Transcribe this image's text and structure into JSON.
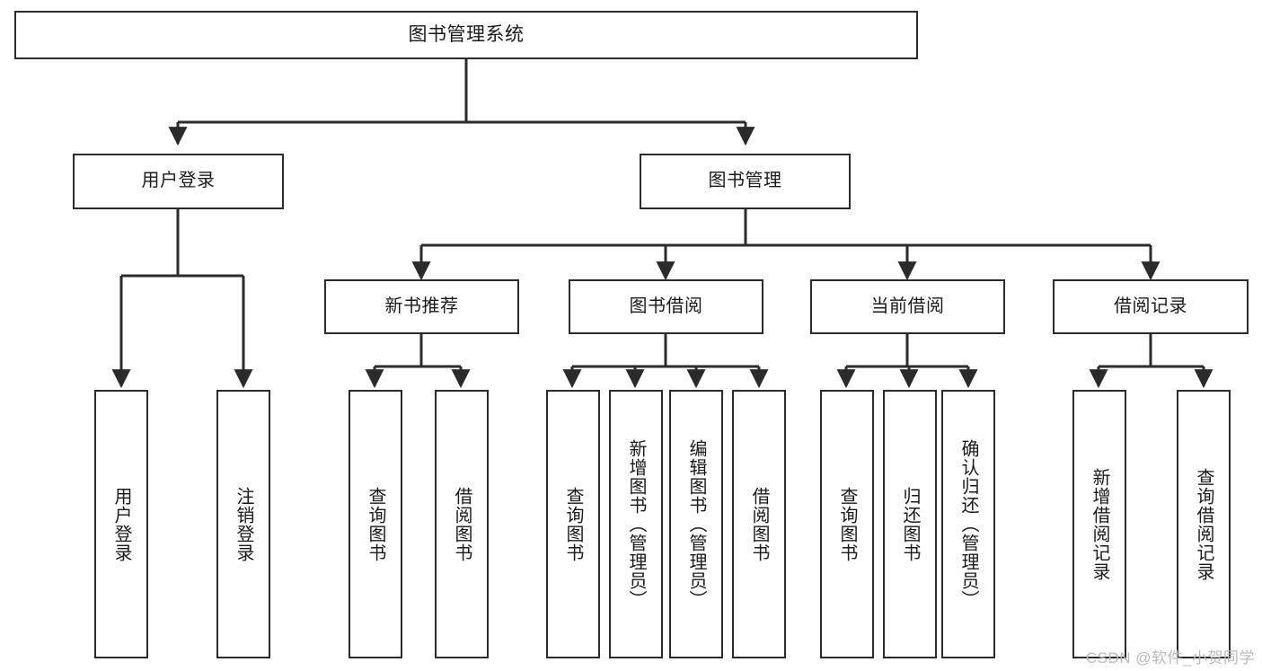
{
  "diagram": {
    "title": "图书管理系统",
    "watermark": "CSDN @软件_小贺同学",
    "line_color": "#2b2b2b",
    "box_border_color": "#2b2b2b",
    "box_fill_color": "#ffffff",
    "text_color": "#1a1a1a"
  },
  "nodes": {
    "root": {
      "label": "图书管理系统"
    },
    "level2": [
      {
        "label": "用户登录"
      },
      {
        "label": "图书管理"
      }
    ],
    "level3": [
      {
        "label": "新书推荐"
      },
      {
        "label": "图书借阅"
      },
      {
        "label": "当前借阅"
      },
      {
        "label": "借阅记录"
      }
    ],
    "leaves": {
      "user_login": [
        {
          "label": "用户登录"
        },
        {
          "label": "注销登录"
        }
      ],
      "new_book_recommend": [
        {
          "label": "查询图书"
        },
        {
          "label": "借阅图书"
        }
      ],
      "book_borrow": [
        {
          "label": "查询图书"
        },
        {
          "label": "新增图书（管理员）"
        },
        {
          "label": "编辑图书（管理员）"
        },
        {
          "label": "借阅图书"
        }
      ],
      "current_borrow": [
        {
          "label": "查询图书"
        },
        {
          "label": "归还图书"
        },
        {
          "label": "确认归还（管理员）"
        }
      ],
      "borrow_record": [
        {
          "label": "新增借阅记录"
        },
        {
          "label": "查询借阅记录"
        }
      ]
    }
  }
}
